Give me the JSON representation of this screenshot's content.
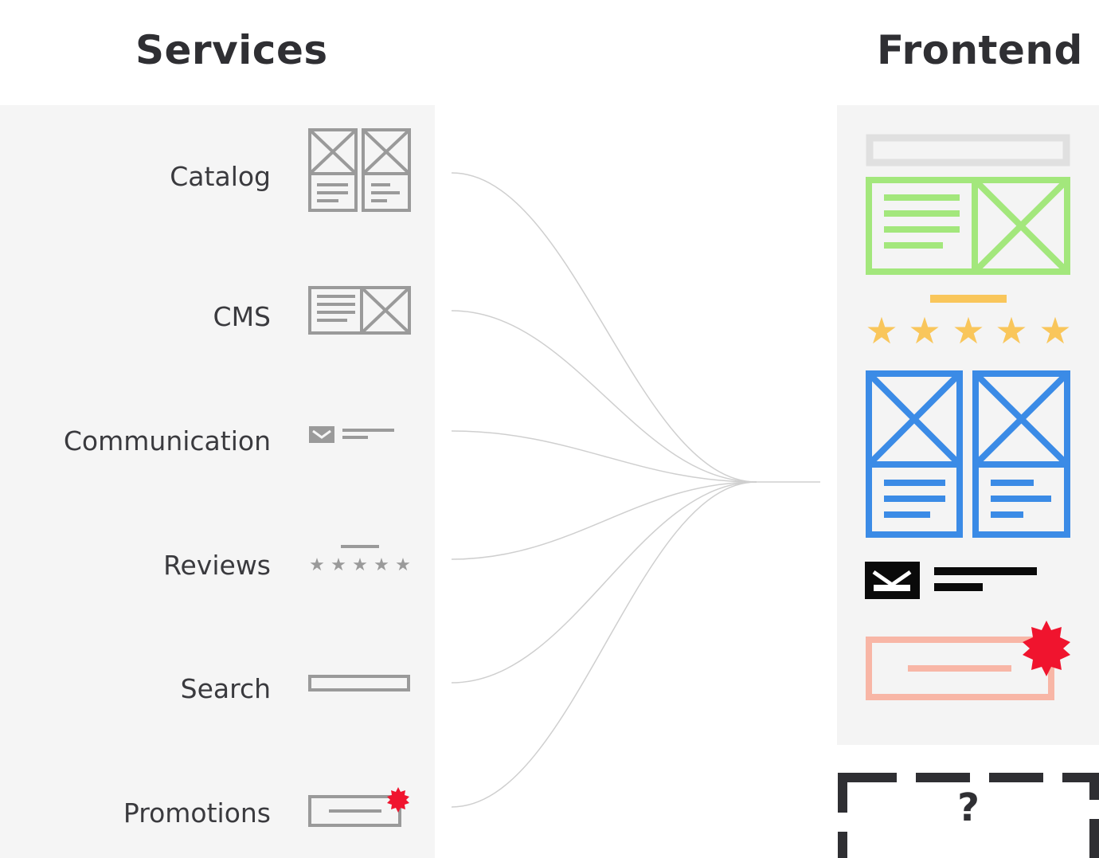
{
  "headings": {
    "services": "Services",
    "frontend": "Frontend"
  },
  "services": [
    {
      "label": "Catalog",
      "icon": "catalog-wireframe-icon"
    },
    {
      "label": "CMS",
      "icon": "cms-wireframe-icon"
    },
    {
      "label": "Communication",
      "icon": "communication-wireframe-icon"
    },
    {
      "label": "Reviews",
      "icon": "reviews-stars-icon"
    },
    {
      "label": "Search",
      "icon": "search-bar-icon"
    },
    {
      "label": "Promotions",
      "icon": "promotion-banner-icon"
    }
  ],
  "frontend": {
    "placeholder_symbol": "?",
    "components": [
      "search-bar",
      "cms-block",
      "reviews-stars",
      "catalog-tiles",
      "communication-row",
      "promotion-banner"
    ]
  },
  "colors": {
    "wireframe_gray": "#9a9a9a",
    "search_gray": "#e0e0e0",
    "cms_green": "#a3e77c",
    "reviews_yellow": "#f9c65b",
    "catalog_blue": "#3b8be6",
    "communication_black": "#0a0a0a",
    "promotion_salmon": "#f8b6a6",
    "badge_red": "#f0142e",
    "connector": "#cfcfcf"
  }
}
